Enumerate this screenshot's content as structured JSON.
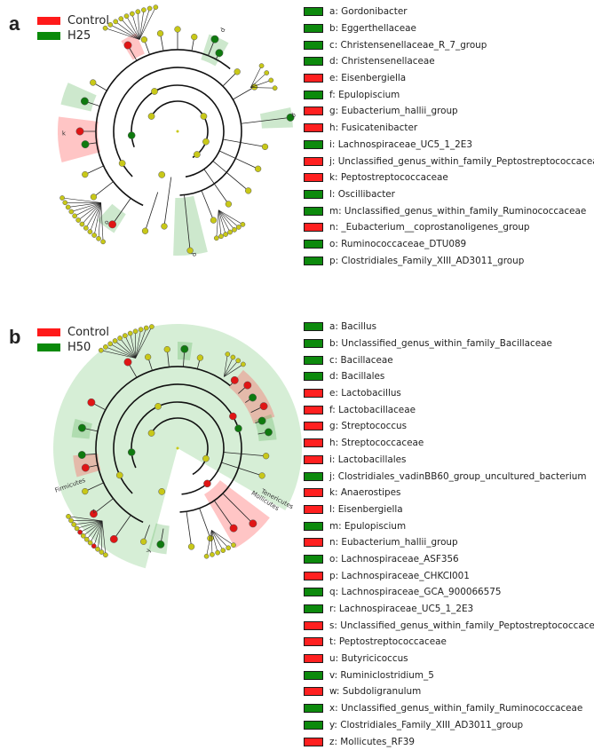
{
  "panels": [
    {
      "letter": "a",
      "groups": [
        {
          "name": "Control",
          "color": "#ff0000"
        },
        {
          "name": "H25",
          "color": "#008000"
        }
      ],
      "taxa": [
        {
          "key": "a",
          "name": "Gordonibacter",
          "group": "H25"
        },
        {
          "key": "b",
          "name": "Eggerthellaceae",
          "group": "H25"
        },
        {
          "key": "c",
          "name": "Christensenellaceae_R_7_group",
          "group": "H25"
        },
        {
          "key": "d",
          "name": "Christensenellaceae",
          "group": "H25"
        },
        {
          "key": "e",
          "name": "Eisenbergiella",
          "group": "Control"
        },
        {
          "key": "f",
          "name": "Epulopiscium",
          "group": "H25"
        },
        {
          "key": "g",
          "name": "Eubacterium_hallii_group",
          "group": "Control"
        },
        {
          "key": "h",
          "name": "Fusicatenibacter",
          "group": "Control"
        },
        {
          "key": "i",
          "name": "Lachnospiraceae_UC5_1_2E3",
          "group": "H25"
        },
        {
          "key": "j",
          "name": "Unclassified_genus_within_family_Peptostreptococcaceae",
          "group": "Control"
        },
        {
          "key": "k",
          "name": "Peptostreptococcaceae",
          "group": "Control"
        },
        {
          "key": "l",
          "name": "Oscillibacter",
          "group": "H25"
        },
        {
          "key": "m",
          "name": "Unclassified_genus_within_family_Ruminococcaceae",
          "group": "H25"
        },
        {
          "key": "n",
          "name": "_Eubacterium__coprostanoligenes_group",
          "group": "Control"
        },
        {
          "key": "o",
          "name": "Ruminococcaceae_DTU089",
          "group": "H25"
        },
        {
          "key": "p",
          "name": "Clostridiales_Family_XIII_AD3011_group",
          "group": "H25"
        }
      ],
      "tree_labels": [
        {
          "letter": "d",
          "group": "H25"
        },
        {
          "letter": "b",
          "group": "H25"
        },
        {
          "letter": "k",
          "group": "Control"
        },
        {
          "letter": "o",
          "group": "H25"
        },
        {
          "letter": "p",
          "group": "H25"
        }
      ],
      "clades": []
    },
    {
      "letter": "b",
      "groups": [
        {
          "name": "Control",
          "color": "#ff0000"
        },
        {
          "name": "H50",
          "color": "#008000"
        }
      ],
      "taxa": [
        {
          "key": "a",
          "name": "Bacillus",
          "group": "H50"
        },
        {
          "key": "b",
          "name": "Unclassified_genus_within_family_Bacillaceae",
          "group": "H50"
        },
        {
          "key": "c",
          "name": "Bacillaceae",
          "group": "H50"
        },
        {
          "key": "d",
          "name": "Bacillales",
          "group": "H50"
        },
        {
          "key": "e",
          "name": "Lactobacillus",
          "group": "Control"
        },
        {
          "key": "f",
          "name": "Lactobacillaceae",
          "group": "Control"
        },
        {
          "key": "g",
          "name": "Streptococcus",
          "group": "Control"
        },
        {
          "key": "h",
          "name": "Streptococcaceae",
          "group": "Control"
        },
        {
          "key": "i",
          "name": "Lactobacillales",
          "group": "Control"
        },
        {
          "key": "j",
          "name": "Clostridiales_vadinBB60_group_uncultured_bacterium",
          "group": "H50"
        },
        {
          "key": "k",
          "name": "Anaerostipes",
          "group": "Control"
        },
        {
          "key": "l",
          "name": "Eisenbergiella",
          "group": "Control"
        },
        {
          "key": "m",
          "name": "Epulopiscium",
          "group": "H50"
        },
        {
          "key": "n",
          "name": "Eubacterium_hallii_group",
          "group": "Control"
        },
        {
          "key": "o",
          "name": "Lachnospiraceae_ASF356",
          "group": "H50"
        },
        {
          "key": "p",
          "name": "Lachnospiraceae_CHKCI001",
          "group": "Control"
        },
        {
          "key": "q",
          "name": "Lachnospiraceae_GCA_900066575",
          "group": "H50"
        },
        {
          "key": "r",
          "name": "Lachnospiraceae_UC5_1_2E3",
          "group": "H50"
        },
        {
          "key": "s",
          "name": "Unclassified_genus_within_family_Peptostreptococcaceae",
          "group": "Control"
        },
        {
          "key": "t",
          "name": "Peptostreptococcaceae",
          "group": "Control"
        },
        {
          "key": "u",
          "name": "Butyricicoccus",
          "group": "Control"
        },
        {
          "key": "v",
          "name": "Ruminiclostridium_5",
          "group": "H50"
        },
        {
          "key": "w",
          "name": "Subdoligranulum",
          "group": "Control"
        },
        {
          "key": "x",
          "name": "Unclassified_genus_within_family_Ruminococcaceae",
          "group": "H50"
        },
        {
          "key": "y",
          "name": "Clostridiales_Family_XIII_AD3011_group",
          "group": "H50"
        },
        {
          "key": "z",
          "name": "Mollicutes_RF39",
          "group": "Control"
        }
      ],
      "tree_labels": [
        {
          "letter": "y",
          "group": "H50"
        },
        {
          "letter": "z",
          "group": "Control"
        }
      ],
      "clades": [
        {
          "name": "Firmicutes",
          "group": "H50"
        },
        {
          "name": "Tenericutes",
          "group": "Control"
        },
        {
          "name": "Mollicutes",
          "group": "Control"
        }
      ]
    }
  ],
  "colors": {
    "control": "#ff0000",
    "enriched": "#008000",
    "node": "#c8c818",
    "control_shade": "rgba(255,90,90,0.35)",
    "enriched_shade": "rgba(90,180,90,0.30)"
  }
}
